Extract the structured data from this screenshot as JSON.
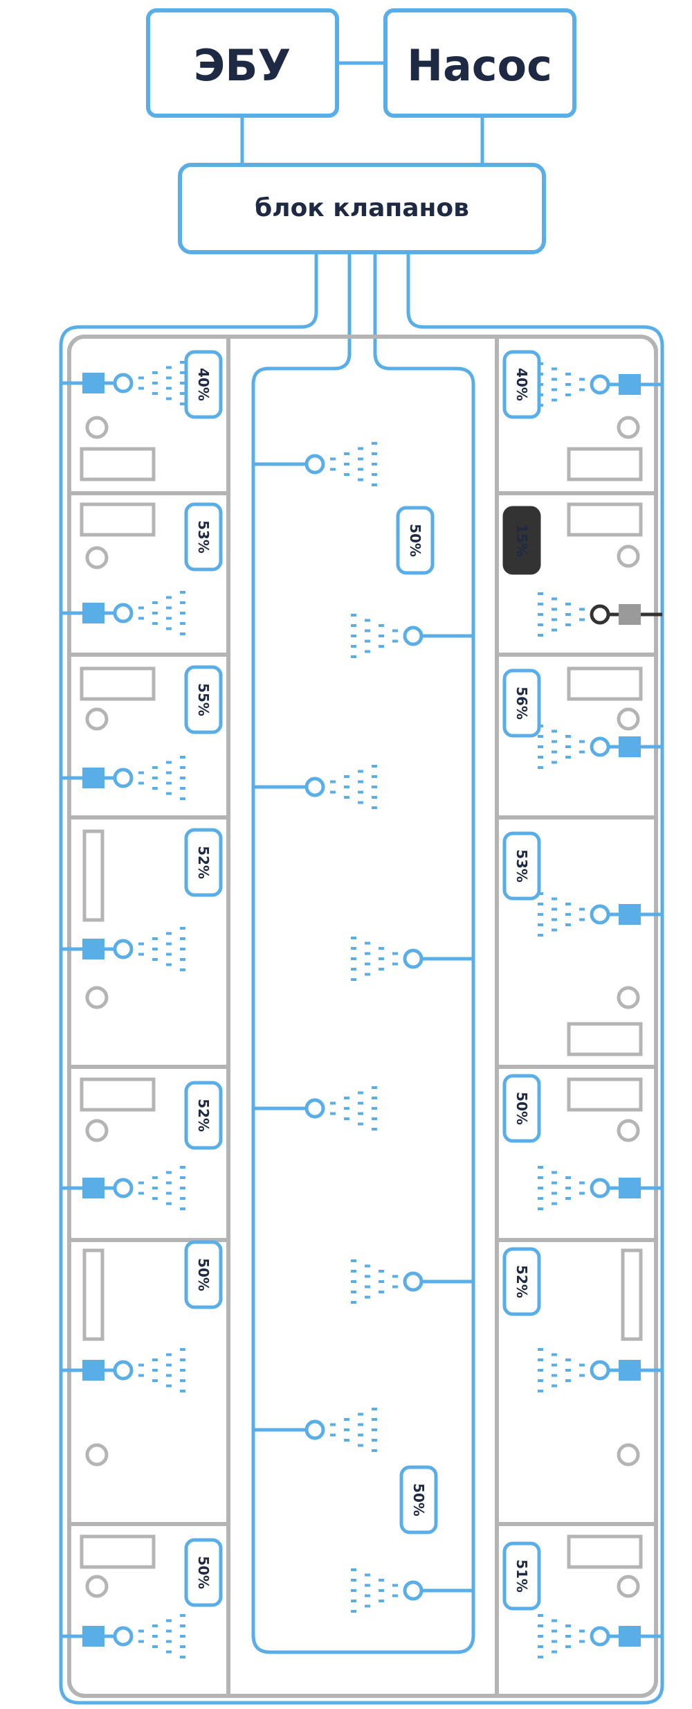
{
  "colors": {
    "line": "#5aaee8",
    "line_fill": "#5aaee8",
    "frame": "#b4b4b4",
    "dark": "#333333",
    "gray_valve": "#9a9a9a",
    "text": "#1e2a44",
    "white": "#ffffff"
  },
  "header": {
    "ecu_label": "ЭБУ",
    "pump_label": "Насос",
    "valve_block_label": "блок клапанов"
  },
  "zones": {
    "left": [
      {
        "label": "40%",
        "state": "active"
      },
      {
        "label": "53%",
        "state": "active"
      },
      {
        "label": "55%",
        "state": "active"
      },
      {
        "label": "52%",
        "state": "active"
      },
      {
        "label": "52%",
        "state": "active"
      },
      {
        "label": "50%",
        "state": "active"
      },
      {
        "label": "50%",
        "state": "active"
      }
    ],
    "right": [
      {
        "label": "40%",
        "state": "active"
      },
      {
        "label": "15%",
        "state": "inactive"
      },
      {
        "label": "56%",
        "state": "active"
      },
      {
        "label": "53%",
        "state": "active"
      },
      {
        "label": "50%",
        "state": "active"
      },
      {
        "label": "52%",
        "state": "active"
      },
      {
        "label": "51%",
        "state": "active"
      }
    ],
    "center": [
      {
        "label": "50%"
      },
      {
        "label": "50%"
      }
    ]
  }
}
